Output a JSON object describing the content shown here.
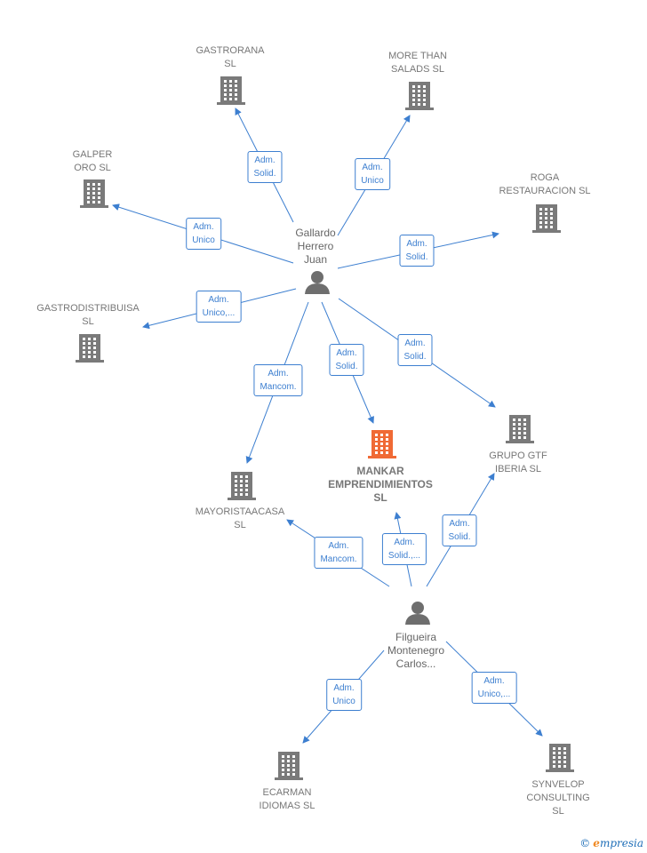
{
  "colors": {
    "building": "#7a7a7a",
    "building_main": "#f06a35",
    "person": "#6e6e6e",
    "edge": "#3d7fd0",
    "label": "#777777"
  },
  "people": [
    {
      "id": "p1",
      "name": "Gallardo\nHerrero\nJuan",
      "icon": "person-icon"
    },
    {
      "id": "p2",
      "name": "Filgueira\nMontenegro\nCarlos...",
      "icon": "person-icon"
    }
  ],
  "companies": [
    {
      "id": "c_gastrorana",
      "name": "GASTRORANA\nSL",
      "icon": "building-icon",
      "main": false
    },
    {
      "id": "c_morethan",
      "name": "MORE THAN\nSALADS SL",
      "icon": "building-icon",
      "main": false
    },
    {
      "id": "c_galper",
      "name": "GALPER\nORO SL",
      "icon": "building-icon",
      "main": false
    },
    {
      "id": "c_roga",
      "name": "ROGA\nRESTAURACION SL",
      "icon": "building-icon",
      "main": false
    },
    {
      "id": "c_gastrodist",
      "name": "GASTRODISTRIBUISA\nSL",
      "icon": "building-icon",
      "main": false
    },
    {
      "id": "c_mankar",
      "name": "MANKAR\nEMPRENDIMIENTOS\nSL",
      "icon": "building-icon",
      "main": true
    },
    {
      "id": "c_grupogtf",
      "name": "GRUPO GTF\nIBERIA  SL",
      "icon": "building-icon",
      "main": false
    },
    {
      "id": "c_mayorista",
      "name": "MAYORISTAACASA\nSL",
      "icon": "building-icon",
      "main": false
    },
    {
      "id": "c_ecarman",
      "name": "ECARMAN\nIDIOMAS  SL",
      "icon": "building-icon",
      "main": false
    },
    {
      "id": "c_synvelop",
      "name": "SYNVELOP\nCONSULTING\nSL",
      "icon": "building-icon",
      "main": false
    }
  ],
  "relations": [
    {
      "id": "r1",
      "from": "p1",
      "to": "c_gastrorana",
      "label": "Adm.\nSolid."
    },
    {
      "id": "r2",
      "from": "p1",
      "to": "c_morethan",
      "label": "Adm.\nUnico"
    },
    {
      "id": "r3",
      "from": "p1",
      "to": "c_galper",
      "label": "Adm.\nUnico"
    },
    {
      "id": "r4",
      "from": "p1",
      "to": "c_roga",
      "label": "Adm.\nSolid."
    },
    {
      "id": "r5",
      "from": "p1",
      "to": "c_gastrodist",
      "label": "Adm.\nUnico,..."
    },
    {
      "id": "r6",
      "from": "p1",
      "to": "c_mankar",
      "label": "Adm.\nSolid."
    },
    {
      "id": "r7",
      "from": "p1",
      "to": "c_grupogtf",
      "label": "Adm.\nSolid."
    },
    {
      "id": "r8",
      "from": "p1",
      "to": "c_mayorista",
      "label": "Adm.\nMancom."
    },
    {
      "id": "r9",
      "from": "p2",
      "to": "c_mayorista",
      "label": "Adm.\nMancom."
    },
    {
      "id": "r10",
      "from": "p2",
      "to": "c_mankar",
      "label": "Adm.\nSolid.,..."
    },
    {
      "id": "r11",
      "from": "p2",
      "to": "c_grupogtf",
      "label": "Adm.\nSolid."
    },
    {
      "id": "r12",
      "from": "p2",
      "to": "c_ecarman",
      "label": "Adm.\nUnico"
    },
    {
      "id": "r13",
      "from": "p2",
      "to": "c_synvelop",
      "label": "Adm.\nUnico,..."
    }
  ],
  "credit": {
    "copyright": "©",
    "brand_e": "e",
    "brand_rest": "mpresia"
  }
}
